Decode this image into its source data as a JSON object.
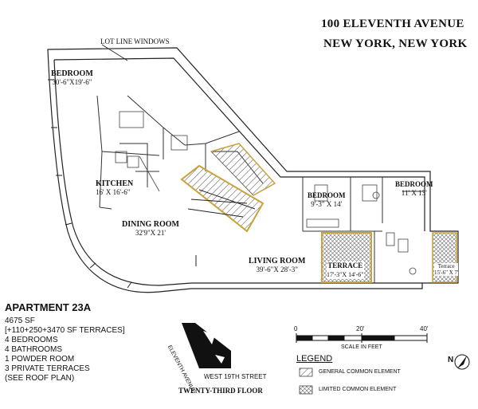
{
  "header": {
    "address_line1": "100 ELEVENTH AVENUE",
    "address_line2": "NEW YORK, NEW YORK"
  },
  "annotation": {
    "lot_line_windows": "LOT LINE WINDOWS"
  },
  "rooms": {
    "bedroom_main": {
      "name": "BEDROOM",
      "dims": "30'-6\"X19'-6\""
    },
    "kitchen": {
      "name": "KITCHEN",
      "dims": "16' X 16'-6\""
    },
    "dining": {
      "name": "DINING ROOM",
      "dims": "32'9\"X 21'"
    },
    "living": {
      "name": "LIVING ROOM",
      "dims": "39'-6\"X 28'-3\""
    },
    "bedroom_2": {
      "name": "BEDROOM",
      "dims": "9'-3\" X 14'"
    },
    "bedroom_3": {
      "name": "BEDROOM",
      "dims": "11' X 13'"
    },
    "terrace_1": {
      "name": "TERRACE",
      "dims": "17'-3\"X 14'-6\""
    },
    "terrace_2": {
      "name": "Terrace",
      "dims": "15'-6\" X 7'"
    }
  },
  "apartment": {
    "title": "APARTMENT 23A",
    "area": "4675 SF",
    "terraces": "[+110+250+3470 SF TERRACES]",
    "bedrooms": "4 BEDROOMS",
    "bathrooms": "4 BATHROOMS",
    "powder": "1 POWDER ROOM",
    "private_terraces": "3 PRIVATE TERRACES",
    "see_roof": "(SEE ROOF PLAN)"
  },
  "keyplan": {
    "street_avenue": "ELEVENTH AVENUE",
    "street_19th": "WEST 19TH STREET",
    "floor": "TWENTY-THIRD FLOOR"
  },
  "scale": {
    "tick_0": "0",
    "tick_20": "20'",
    "tick_40": "40'",
    "label": "SCALE IN FEET"
  },
  "legend": {
    "title": "LEGEND",
    "general": "GENERAL COMMON ELEMENT",
    "limited": "LIMITED COMMON ELEMENT"
  },
  "compass": {
    "north": "N"
  }
}
